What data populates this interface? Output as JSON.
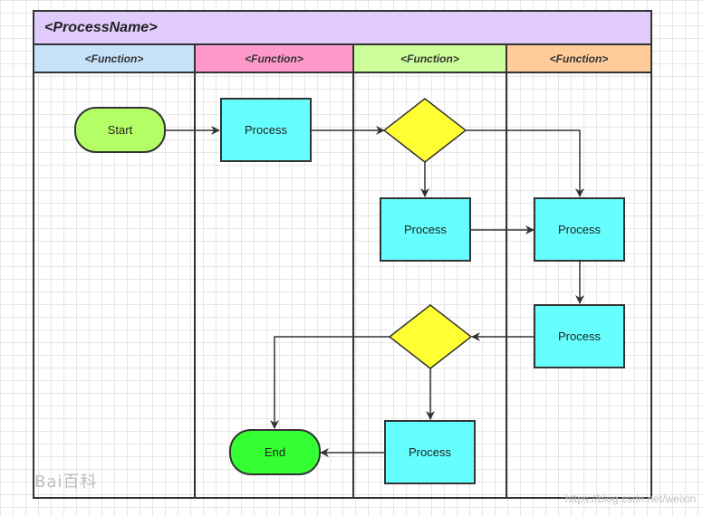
{
  "pool": {
    "title": "<ProcessName>"
  },
  "lanes": [
    {
      "label": "<Function>",
      "color": "#c6e2fb"
    },
    {
      "label": "<Function>",
      "color": "#ff99cc"
    },
    {
      "label": "<Function>",
      "color": "#ccff99"
    },
    {
      "label": "<Function>",
      "color": "#ffcc99"
    }
  ],
  "nodes": {
    "start": "Start",
    "process_lane2": "Process",
    "process_lane3_mid": "Process",
    "process_lane4_mid": "Process",
    "process_lane4_low": "Process",
    "process_lane3_bottom": "Process",
    "end": "End"
  },
  "colors": {
    "process_fill": "#66ffff",
    "decision_fill": "#ffff33",
    "start_fill": "#b4ff66",
    "end_fill": "#33ff33",
    "pool_header": "#e1cbfd",
    "line": "#333333"
  },
  "watermark": {
    "left": "Bai百科",
    "right": "https://blog.csdn.net/weixin"
  }
}
